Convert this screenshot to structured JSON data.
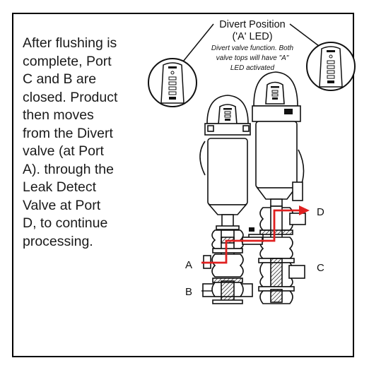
{
  "description_lines": [
    "After flushing is",
    "complete, Port",
    "C and B are",
    "closed. Product",
    "then moves",
    "from the Divert",
    "valve (at Port",
    "A). through the",
    "Leak Detect",
    "Valve at Port",
    "D, to continue",
    "processing."
  ],
  "callout": {
    "title_line1": "Divert Position",
    "title_line2": "('A' LED)",
    "note_line1": "Divert valve function. Both",
    "note_line2": "valve tops will have \"A\"",
    "note_line3": "LED activated"
  },
  "ports": {
    "a": "A",
    "b": "B",
    "c": "C",
    "d": "D"
  },
  "colors": {
    "flow_path": "#e02020",
    "outline": "#111111",
    "frame": "#000000"
  }
}
